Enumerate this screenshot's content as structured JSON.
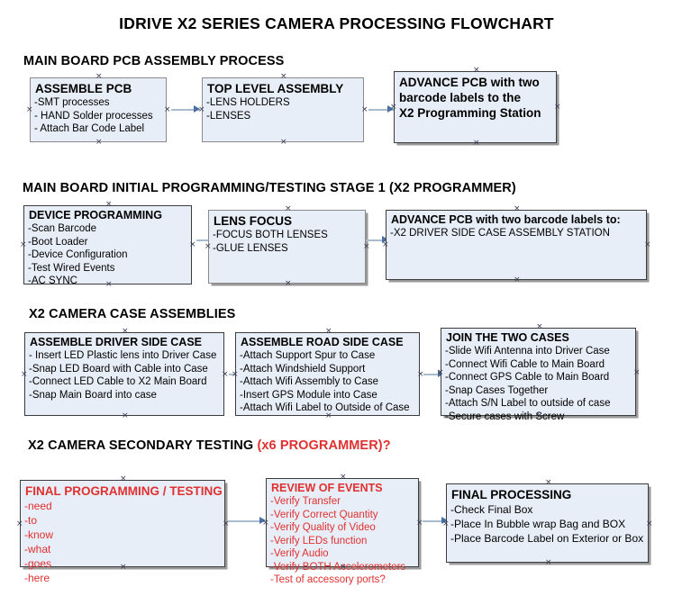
{
  "document": {
    "title": "IDRIVE X2  SERIES CAMERA PROCESSING FLOWCHART"
  },
  "sections": [
    {
      "id": "main-board-pcb-assembly",
      "heading": "MAIN BOARD PCB ASSEMBLY PROCESS",
      "heading_red": "",
      "boxes": [
        {
          "id": "assemble-pcb",
          "title": "ASSEMBLE PCB",
          "lines": [
            "-SMT processes",
            "- HAND Solder processes",
            "- Attach Bar Code Label"
          ]
        },
        {
          "id": "top-level-assembly",
          "title": "TOP LEVEL ASSEMBLY",
          "lines": [
            "-LENS HOLDERS",
            "-LENSES"
          ]
        },
        {
          "id": "advance-pcb-programming-station",
          "title": "ADVANCE PCB with two",
          "lines": [
            "barcode labels to the",
            " X2 Programming Station"
          ]
        }
      ]
    },
    {
      "id": "main-board-initial-programming",
      "heading": "MAIN BOARD INITIAL PROGRAMMING/TESTING STAGE 1 (X2 PROGRAMMER)",
      "heading_red": "",
      "boxes": [
        {
          "id": "device-programming",
          "title": "DEVICE PROGRAMMING",
          "lines": [
            "-Scan Barcode",
            "-Boot Loader",
            "-Device Configuration",
            "-Test Wired Events",
            "-AC SYNC"
          ]
        },
        {
          "id": "lens-focus",
          "title": "LENS FOCUS",
          "lines": [
            "-FOCUS BOTH LENSES",
            "-GLUE LENSES"
          ]
        },
        {
          "id": "advance-pcb-driver-side-case",
          "title": "ADVANCE PCB with two barcode labels to:",
          "lines": [
            "-X2 DRIVER  SIDE  CASE  ASSEMBLY STATION"
          ]
        }
      ]
    },
    {
      "id": "x2-camera-case-assemblies",
      "heading": "X2 CAMERA CASE ASSEMBLIES",
      "heading_red": "",
      "boxes": [
        {
          "id": "assemble-driver-side-case",
          "title": "ASSEMBLE DRIVER SIDE CASE",
          "lines": [
            "- Insert LED Plastic lens into Driver Case",
            "-Snap LED Board with Cable into Case",
            "-Connect LED Cable to X2 Main Board",
            "-Snap Main Board into case"
          ]
        },
        {
          "id": "assemble-road-side-case",
          "title": "ASSEMBLE ROAD SIDE CASE",
          "lines": [
            "-Attach Support Spur to Case",
            "-Attach Windshield Support",
            "-Attach Wifi Assembly to Case",
            "-Insert GPS Module into Case",
            "-Attach Wifi Label to Outside of Case"
          ]
        },
        {
          "id": "join-the-two-cases",
          "title": "JOIN THE TWO CASES",
          "lines": [
            "-Slide Wifi Antenna into Driver Case",
            "-Connect Wifi Cable to Main Board",
            "-Connect GPS Cable to Main Board",
            "-Snap Cases Together",
            "-Attach S/N Label to outside of case",
            "-Secure cases with Screw"
          ]
        }
      ]
    },
    {
      "id": "x2-camera-secondary-testing",
      "heading": "X2 CAMERA SECONDARY TESTING ",
      "heading_red": "(x6 PROGRAMMER)?",
      "boxes": [
        {
          "id": "final-programming-testing",
          "title": "FINAL PROGRAMMING / TESTING",
          "lines": [
            "-need",
            "-to",
            "-know",
            "-what",
            "-goes",
            "-here"
          ]
        },
        {
          "id": "review-of-events",
          "title": "REVIEW OF EVENTS",
          "lines": [
            "-Verify Transfer",
            "-Verify Correct Quantity",
            "-Verify Quality of Video",
            "-Verify LEDs function",
            "-Verify Audio",
            "-Verify BOTH Accelerometers",
            "-Test of accessory ports?"
          ]
        },
        {
          "id": "final-processing",
          "title": "FINAL PROCESSING",
          "lines": [
            " -Check Final Box",
            "-Place In Bubble wrap Bag and BOX",
            "-Place Barcode Label on Exterior or Box"
          ]
        }
      ]
    }
  ],
  "colors": {
    "box_fill": "#e8eef7",
    "box_border": "#8a8a8a",
    "box_border_dark": "#3c3c3c",
    "connector": "#a8bcd0",
    "arrow": "#4a6fa5",
    "red_text": "#e03030",
    "text": "#000000"
  }
}
